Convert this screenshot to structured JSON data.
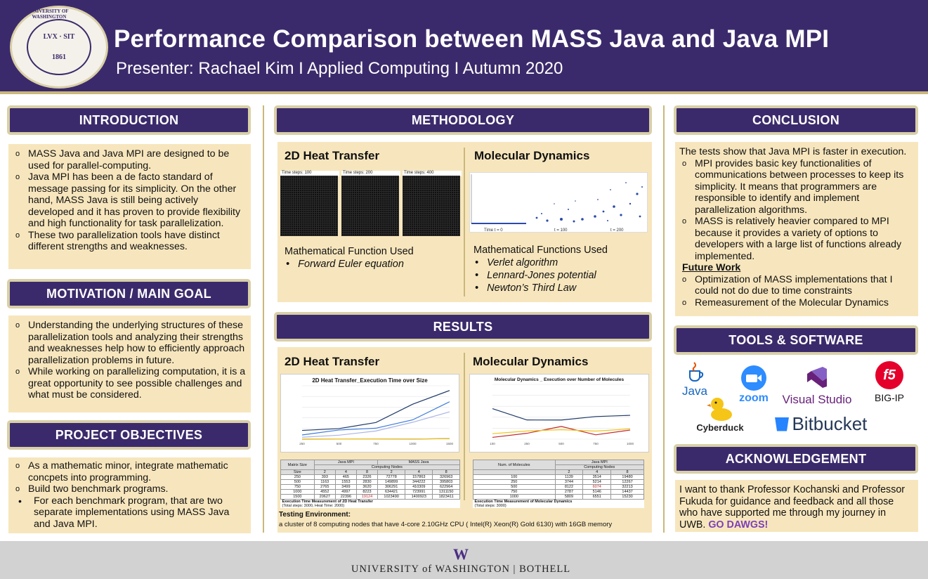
{
  "header": {
    "seal_ring_top": "UNIVERSITY OF WASHINGTON",
    "seal_motto": "LVX · SIT",
    "seal_year": "1861",
    "title": "Performance Comparison between MASS Java and Java MPI",
    "subtitle": "Presenter: Rachael Kim I Applied Computing I Autumn 2020"
  },
  "introduction": {
    "heading": "INTRODUCTION",
    "items": [
      " MASS Java and Java MPI are designed to be used for parallel-computing.",
      "Java MPI has been a de facto standard of message passing for its simplicity. On the other hand, MASS Java is still being actively developed and it has proven to provide flexibility and high functionality for task parallelization.",
      "These two parallelization tools have distinct different strengths and weaknesses."
    ]
  },
  "motivation": {
    "heading": "MOTIVATION / MAIN GOAL",
    "items": [
      "Understanding the underlying structures of these parallelization tools and analyzing their strengths and weaknesses help how to efficiently approach parallelization problems in future.",
      "While working on parallelizing computation, it is a great opportunity to see possible challenges and what must be considered."
    ]
  },
  "objectives": {
    "heading": "PROJECT  OBJECTIVES",
    "items": [
      "As a mathematic minor, integrate mathematic concpets into programming.",
      "Build two benchmark programs."
    ],
    "sub_item": "For each benchmark program, that are two separate implementations using MASS Java and Java MPI."
  },
  "methodology": {
    "heading": "METHODOLOGY",
    "heat": {
      "title": "2D Heat Transfer",
      "steps": [
        "Time steps: 100",
        "Time steps: 200",
        "Time steps: 400"
      ],
      "func_label": "Mathematical Function Used",
      "funcs": [
        "Forward Euler equation"
      ]
    },
    "md": {
      "title": "Molecular Dynamics",
      "time_labels": [
        "Time t = 0",
        "t = 100",
        "t = 200"
      ],
      "func_label": "Mathematical Functions Used",
      "funcs": [
        "Verlet algorithm",
        "Lennard-Jones potential",
        "Newton’s Third Law"
      ]
    }
  },
  "results": {
    "heading": "RESULTS",
    "heat_title": "2D Heat Transfer",
    "md_title": "Molecular Dynamics",
    "env_label": "Testing Environment:",
    "env_text": "a cluster of 8 computing nodes that have 4-core 2.10GHz CPU ( Intel(R) Xeon(R) Gold 6130) with 16GB memory",
    "heat_table": {
      "caption": "Execution Time Measurement of 2D Heat Transfer",
      "note": "(Total steps: 3000, Heat Time: 2000)",
      "group_headers": [
        "Java MPI",
        "MASS Java"
      ],
      "sub_header": "Computing Nodes",
      "col_headers": [
        "Matrix Size",
        "2",
        "4",
        "8",
        "2",
        "4",
        "8"
      ],
      "rows": [
        [
          "250",
          "393",
          "465",
          "2326",
          "72778",
          "157863",
          "326963"
        ],
        [
          "500",
          "1163",
          "1553",
          "2830",
          "149899",
          "344222",
          "395803"
        ],
        [
          "750",
          "2765",
          "3499",
          "3620",
          "306291",
          "410309",
          "622964"
        ],
        [
          "1000",
          "4552",
          "4997",
          "8223",
          "634421",
          "723991",
          "1311150"
        ],
        [
          "1500",
          "20627",
          "22396",
          "19124",
          "1023490",
          "1400923",
          "1823411"
        ]
      ]
    },
    "md_table": {
      "caption": "Execution Time Measurement of Molecular Dynamics",
      "note": "(Total steps: 3000)",
      "group_header": "Java MPI",
      "sub_header": "Computing Nodes",
      "col_headers": [
        "Num. of Molecules",
        "2",
        "4",
        "8"
      ],
      "rows": [
        [
          "100",
          "1139",
          "3514",
          "19480"
        ],
        [
          "250",
          "3744",
          "5214",
          "12267"
        ],
        [
          "500",
          "8122",
          "6074",
          "32213"
        ],
        [
          "750",
          "2787",
          "5146",
          "14437"
        ],
        [
          "1000",
          "5809",
          "6551",
          "15230"
        ]
      ]
    }
  },
  "chart_data": [
    {
      "type": "line",
      "title": "2D Heat Transfer_Execution Time over Size",
      "categories": [
        "250",
        "500",
        "750",
        "1000",
        "1500"
      ],
      "ylim": [
        0,
        2000000
      ],
      "series": [
        {
          "values": [
            393,
            1163,
            2765,
            4552,
            20627
          ],
          "color": "#e8a33d"
        },
        {
          "values": [
            465,
            1553,
            3499,
            4997,
            22396
          ],
          "color": "#7f7f7f"
        },
        {
          "values": [
            2326,
            2830,
            3620,
            8223,
            19124
          ],
          "color": "#f0c419"
        },
        {
          "values": [
            72778,
            149899,
            306291,
            634421,
            1023490
          ],
          "color": "#aab4e6"
        },
        {
          "values": [
            157863,
            344222,
            410309,
            723991,
            1400923
          ],
          "color": "#3d7bd9"
        },
        {
          "values": [
            326963,
            395803,
            622964,
            1311150,
            1823411
          ],
          "color": "#1f3a68"
        }
      ]
    },
    {
      "type": "line",
      "title": "Molecular Dynamics _ Execution over Number of Molecules",
      "categories": [
        "100",
        "250",
        "500",
        "750",
        "1000"
      ],
      "ylim": [
        0,
        35000
      ],
      "series": [
        {
          "values": [
            1139,
            3744,
            8122,
            2787,
            5809
          ],
          "color": "#c0282d"
        },
        {
          "values": [
            3514,
            5214,
            6074,
            5146,
            6551
          ],
          "color": "#f0c419"
        },
        {
          "values": [
            19480,
            12267,
            12213,
            14437,
            15230
          ],
          "color": "#1f3a68"
        }
      ]
    }
  ],
  "conclusion": {
    "heading": "CONCLUSION",
    "intro": "The tests show that Java MPI is faster in execution.",
    "items": [
      "MPI provides basic key functionalities of communications between processes to keep its simplicity. It means that programmers are responsible to identify and implement parallelization algorithms.",
      "MASS is relatively heavier compared to MPI because it provides a variety of options to developers with a large list of functions already implemented."
    ],
    "future_label": "Future Work",
    "future_items": [
      "Optimization of MASS implementations that I could not do due to time constraints",
      "Remeasurement of the Molecular Dynamics"
    ]
  },
  "tools": {
    "heading": "TOOLS & SOFTWARE",
    "logos": [
      "Java",
      "zoom",
      "Visual Studio",
      "BIG-IP",
      "Cyberduck",
      "Bitbucket"
    ],
    "f5_badge": "f5"
  },
  "acknowledgement": {
    "heading": "ACKNOWLEDGEMENT",
    "text": "I want to thank Professor Kochanski and Professor Fukuda for guidance and feedback and all those who have supported me through my journey in UWB.",
    "emph": "GO DAWGS!"
  },
  "footer": {
    "w_mark": "W",
    "text": "UNIVERSITY of WASHINGTON | BOTHELL"
  }
}
